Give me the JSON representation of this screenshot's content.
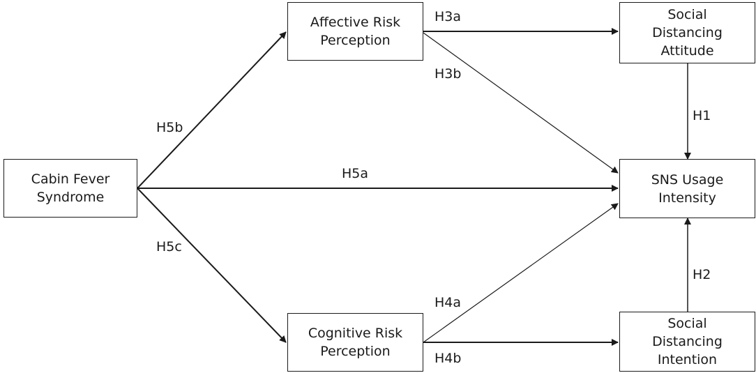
{
  "nodes": {
    "cabin": "Cabin Fever\nSyndrome",
    "affective": "Affective Risk\nPerception",
    "cognitive": "Cognitive Risk\nPerception",
    "sda": "Social\nDistancing\nAttitude",
    "sns": "SNS Usage\nIntensity",
    "sdi": "Social\nDistancing\nIntention"
  },
  "edges": {
    "h1": "H1",
    "h2": "H2",
    "h3a": "H3a",
    "h3b": "H3b",
    "h4a": "H4a",
    "h4b": "H4b",
    "h5a": "H5a",
    "h5b": "H5b",
    "h5c": "H5c"
  },
  "colors": {
    "stroke": "#1a1a1a",
    "background": "#ffffff"
  }
}
